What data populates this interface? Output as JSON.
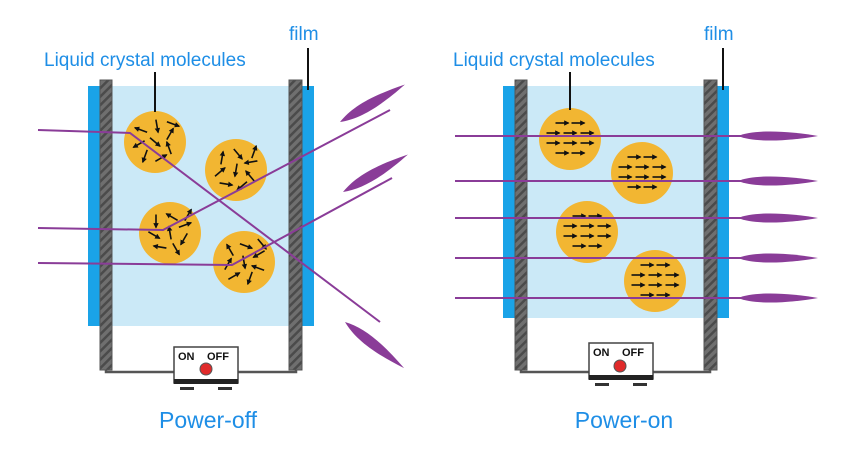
{
  "colors": {
    "label_blue": "#1e8ee6",
    "film_blue": "#1aa3e8",
    "cell_fill": "#cbe9f7",
    "wall_gray": "#6f6f6f",
    "molecule_fill": "#f2b632",
    "light_ray": "#8a3c98",
    "switch_knob": "#e02a2a"
  },
  "panels": [
    {
      "id": "power-off",
      "caption": "Power-off",
      "molecules_label": "Liquid crystal molecules",
      "film_label": "film",
      "switch": {
        "on_label": "ON",
        "off_label": "OFF"
      },
      "state": "scattering"
    },
    {
      "id": "power-on",
      "caption": "Power-on",
      "molecules_label": "Liquid crystal molecules",
      "film_label": "film",
      "switch": {
        "on_label": "ON",
        "off_label": "OFF"
      },
      "state": "aligned"
    }
  ],
  "icons": {
    "molecule": "arrow-icon",
    "light_beam_out": "beam-spindle-icon",
    "switch": "power-switch-icon"
  }
}
